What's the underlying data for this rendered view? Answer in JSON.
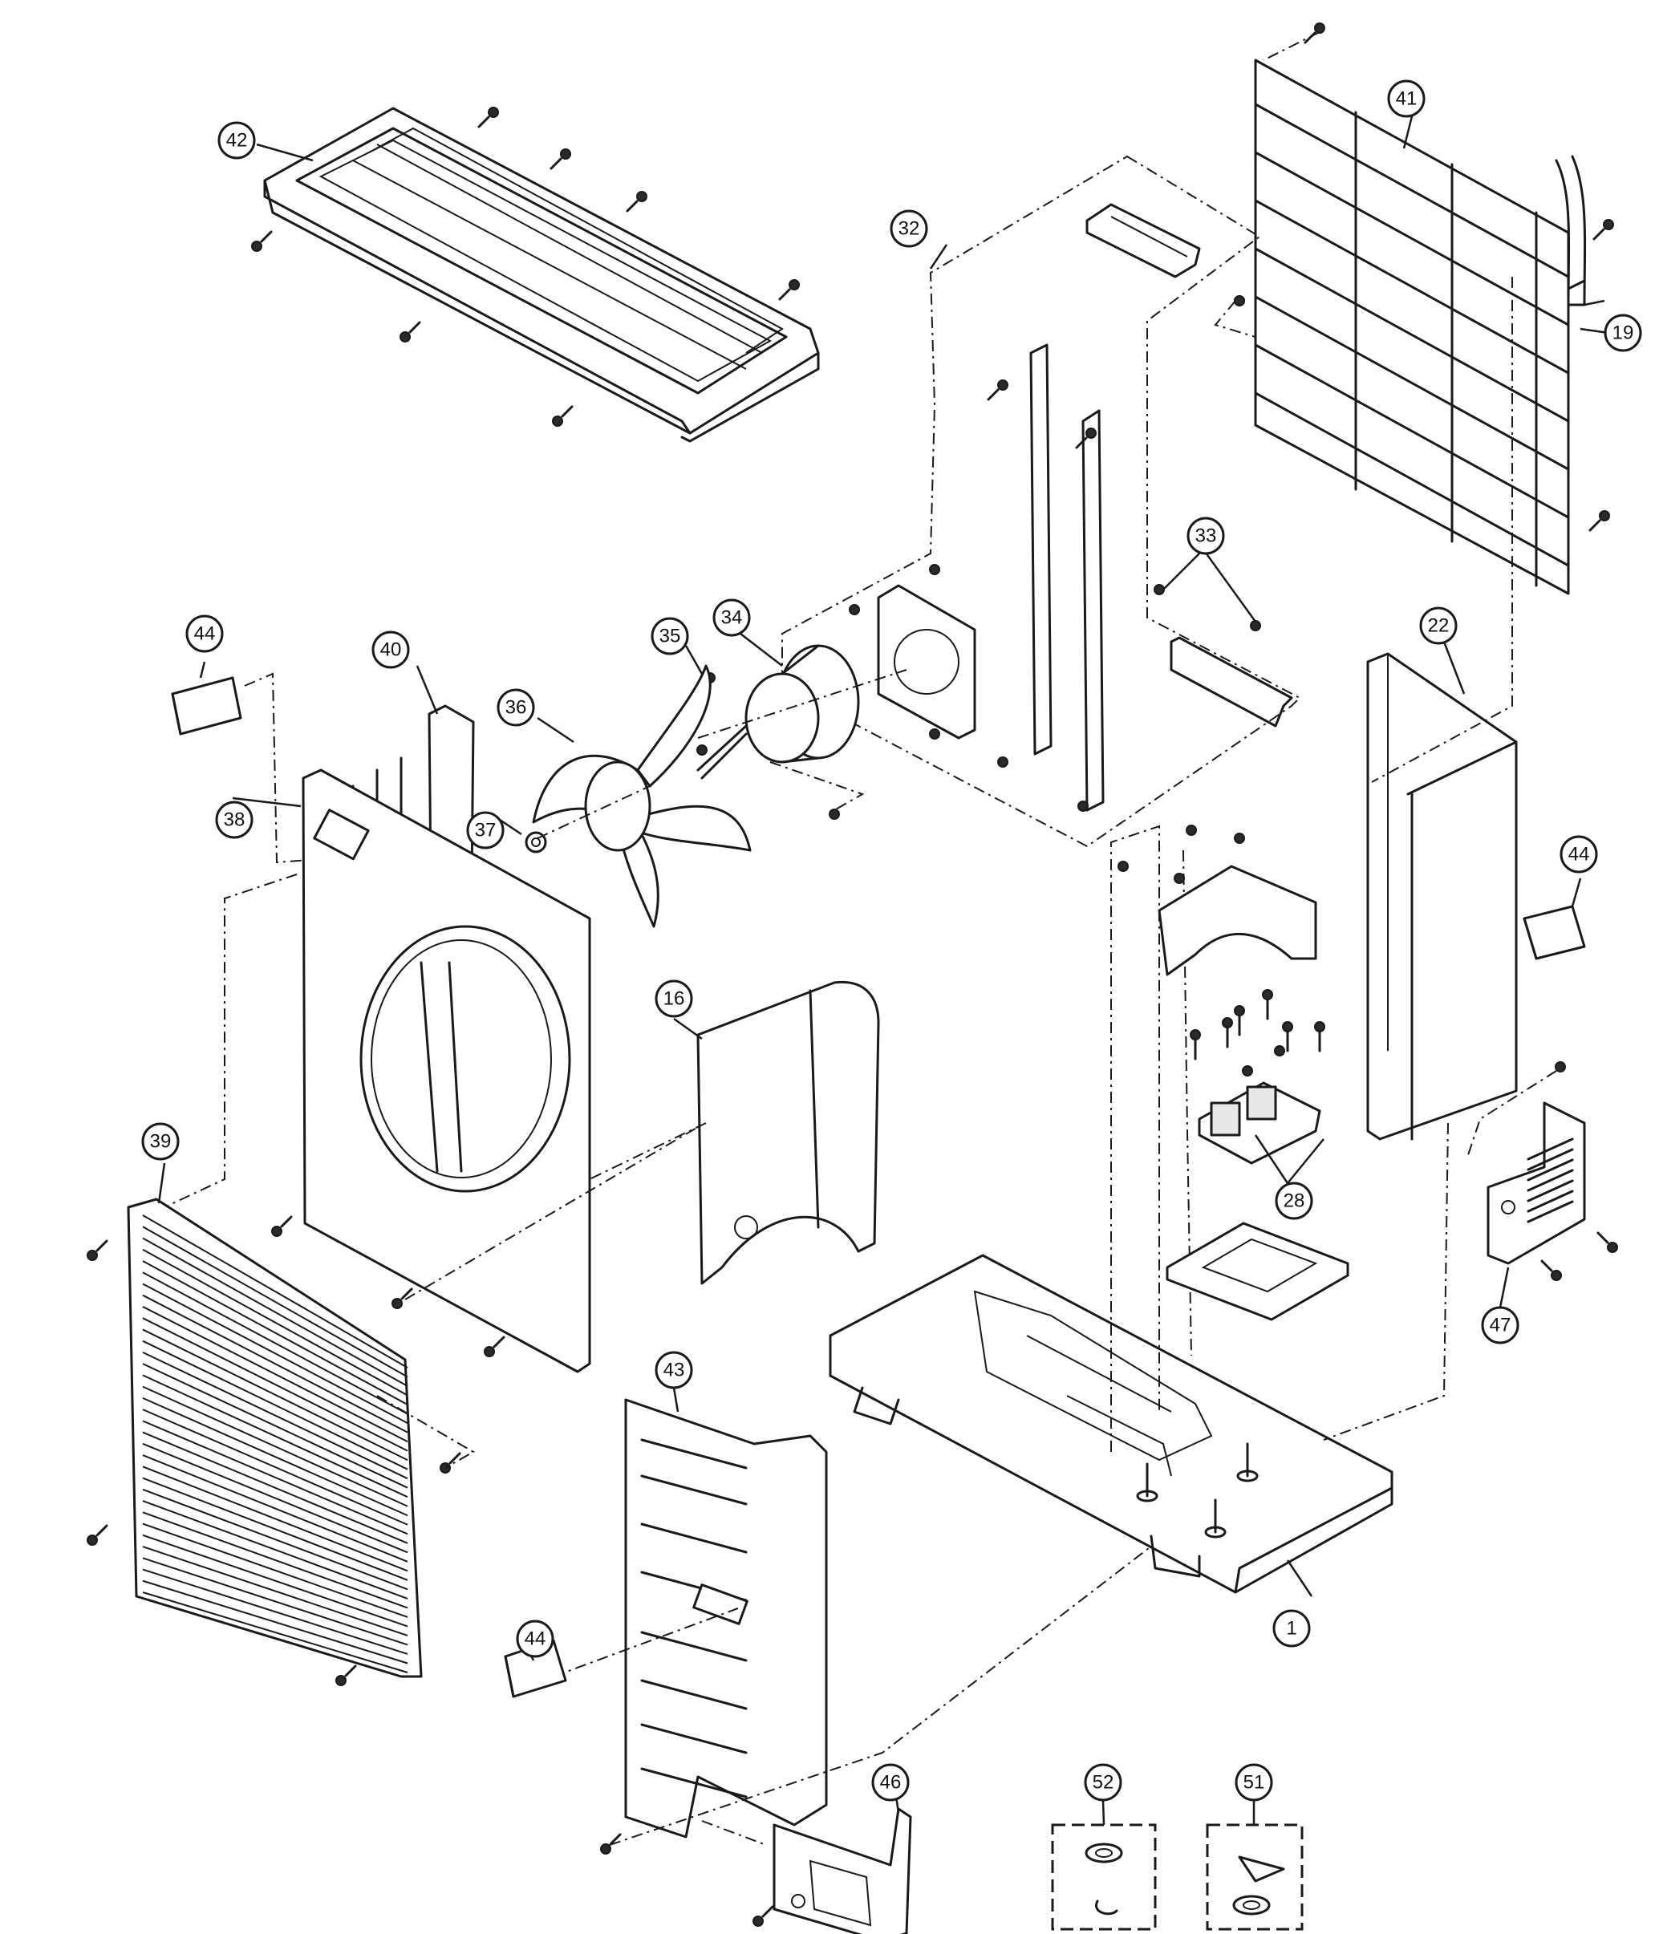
{
  "callouts": [
    {
      "id": "c1",
      "label": "1"
    },
    {
      "id": "c16",
      "label": "16"
    },
    {
      "id": "c19",
      "label": "19"
    },
    {
      "id": "c22",
      "label": "22"
    },
    {
      "id": "c28",
      "label": "28"
    },
    {
      "id": "c32",
      "label": "32"
    },
    {
      "id": "c33",
      "label": "33"
    },
    {
      "id": "c34",
      "label": "34"
    },
    {
      "id": "c35",
      "label": "35"
    },
    {
      "id": "c36",
      "label": "36"
    },
    {
      "id": "c37",
      "label": "37"
    },
    {
      "id": "c38",
      "label": "38"
    },
    {
      "id": "c39",
      "label": "39"
    },
    {
      "id": "c40",
      "label": "40"
    },
    {
      "id": "c41",
      "label": "41"
    },
    {
      "id": "c42",
      "label": "42"
    },
    {
      "id": "c43",
      "label": "43"
    },
    {
      "id": "c44a",
      "label": "44"
    },
    {
      "id": "c44b",
      "label": "44"
    },
    {
      "id": "c44c",
      "label": "44"
    },
    {
      "id": "c46",
      "label": "46"
    },
    {
      "id": "c47",
      "label": "47"
    },
    {
      "id": "c51",
      "label": "51"
    },
    {
      "id": "c52",
      "label": "52"
    }
  ]
}
